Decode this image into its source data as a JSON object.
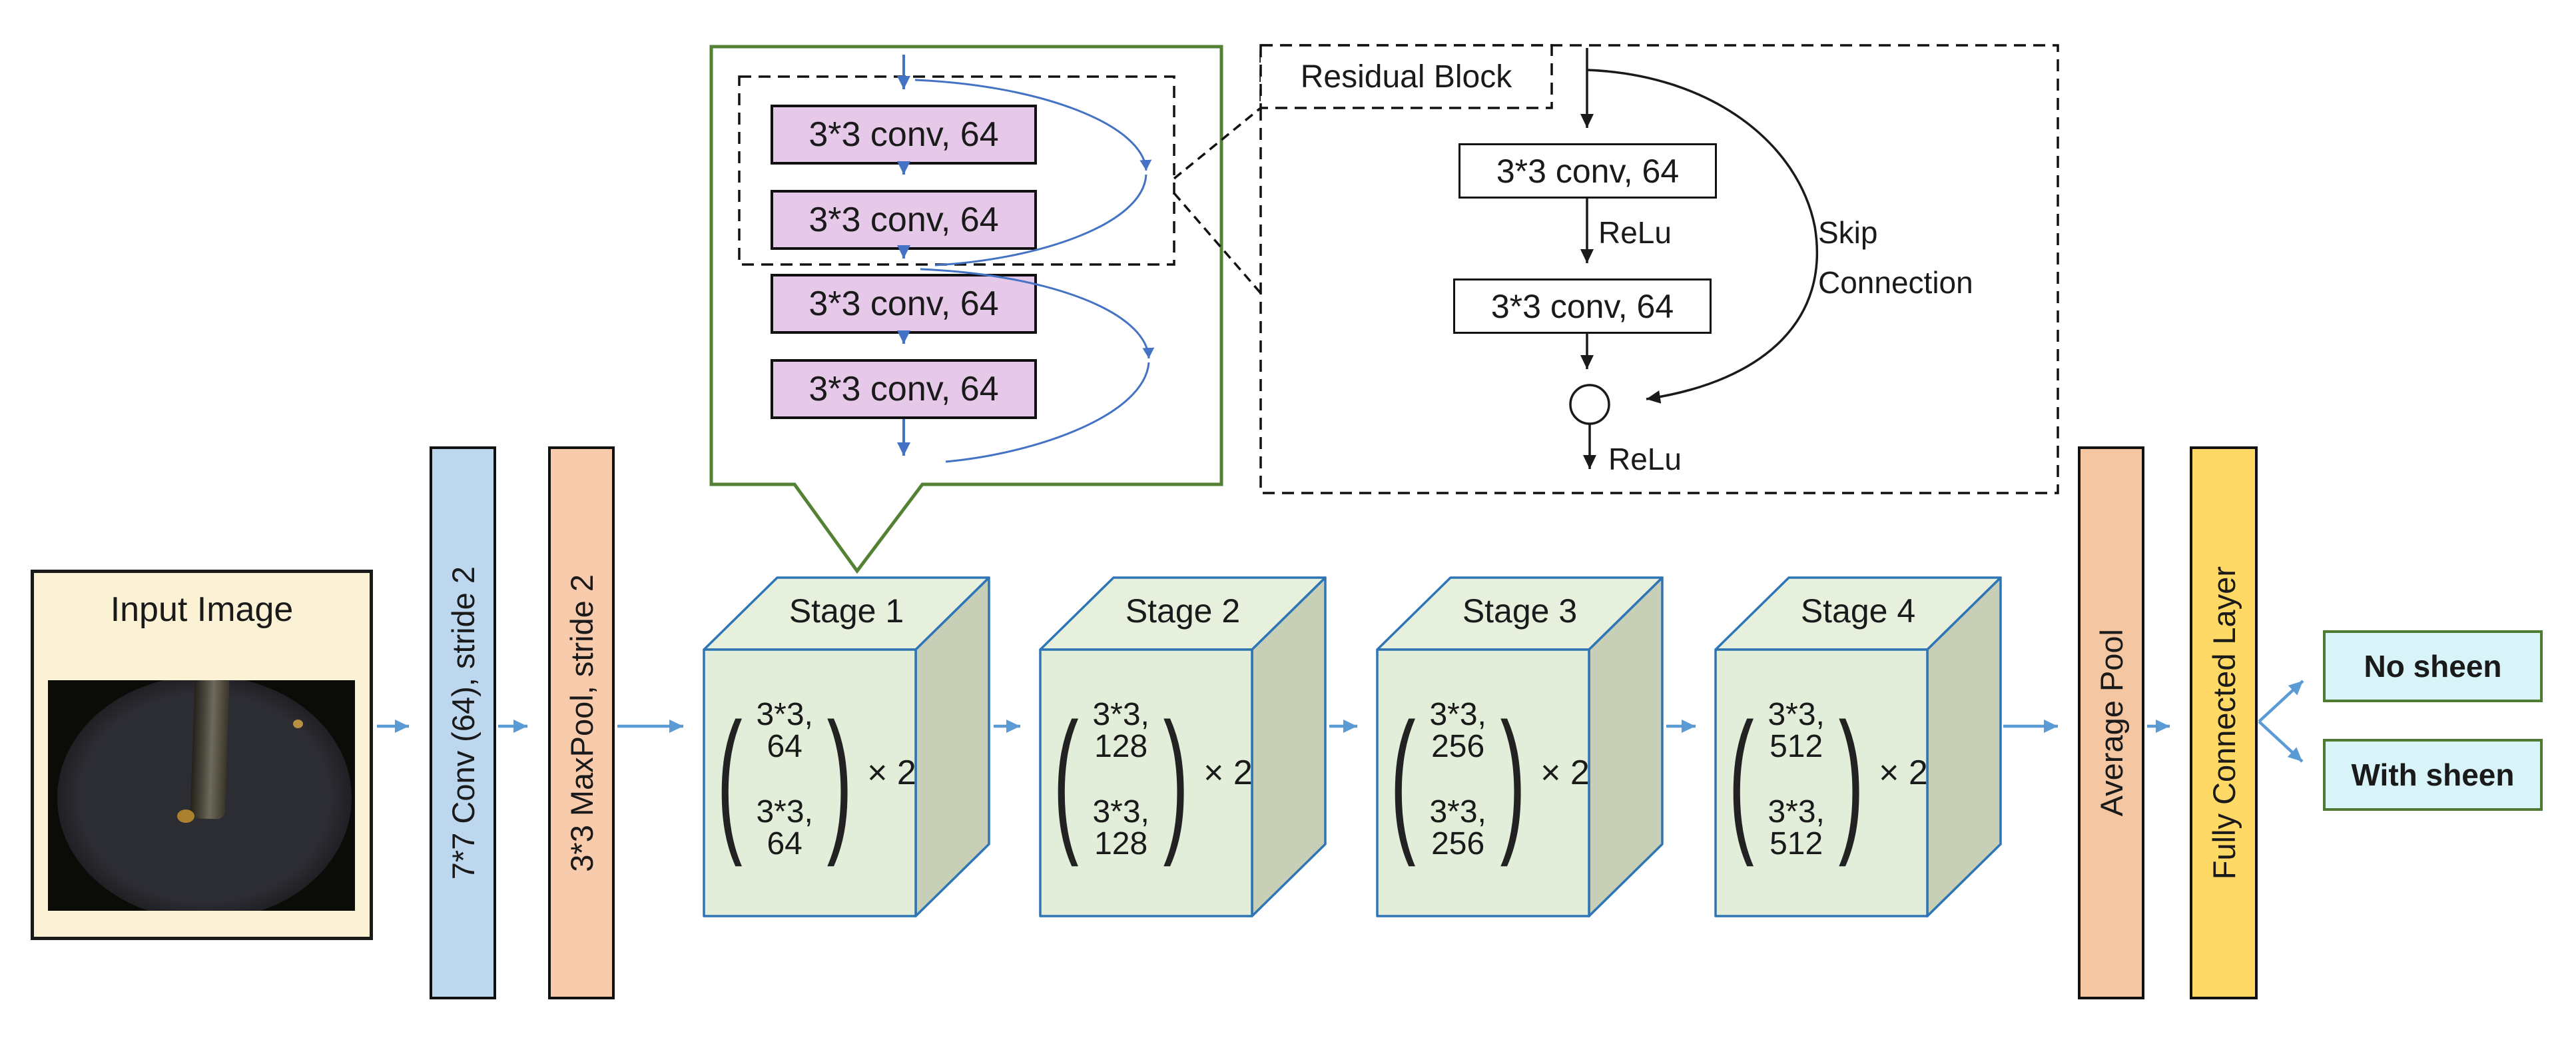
{
  "diagram": {
    "input": {
      "title": "Input Image"
    },
    "pre_layers": [
      {
        "label": "7*7 Conv (64), stride 2"
      },
      {
        "label": "3*3 MaxPool, stride 2"
      }
    ],
    "callout": {
      "conv_boxes": [
        "3*3 conv, 64",
        "3*3 conv, 64",
        "3*3 conv, 64",
        "3*3 conv, 64"
      ]
    },
    "residual": {
      "title": "Residual Block",
      "conv1": "3*3 conv, 64",
      "relu_mid": "ReLu",
      "conv2": "3*3 conv, 64",
      "plus": "+",
      "relu_out": "ReLu",
      "skip_label": [
        "Skip",
        "Connection"
      ]
    },
    "paren": {
      "open": "(",
      "close": ")"
    },
    "stages": [
      {
        "title": "Stage 1",
        "rows": [
          "3*3, 64",
          "3*3, 64"
        ],
        "multiplier": "× 2"
      },
      {
        "title": "Stage 2",
        "rows": [
          "3*3, 128",
          "3*3, 128"
        ],
        "multiplier": "× 2"
      },
      {
        "title": "Stage 3",
        "rows": [
          "3*3, 256",
          "3*3, 256"
        ],
        "multiplier": "× 2"
      },
      {
        "title": "Stage 4",
        "rows": [
          "3*3, 512",
          "3*3, 512"
        ],
        "multiplier": "× 2"
      }
    ],
    "post_layers": [
      {
        "label": "Average Pool"
      },
      {
        "label": "Fully Connected Layer"
      }
    ],
    "outputs": [
      {
        "label": "No sheen"
      },
      {
        "label": "With sheen"
      }
    ],
    "colors": {
      "flow_arrow": "#5B9BD5",
      "inner_arrow": "#4472C4",
      "callout_green": "#548235",
      "cube_stroke": "#2E75B6",
      "cube_face": "#E2EED9",
      "cube_side": "#C7CFB6",
      "conv_bar": "#BDD7EE",
      "maxpool_bar": "#F8CBAD",
      "avgpool_bar": "#F4C7A2",
      "fc_bar": "#FFD966",
      "pink_box": "#E6C8E8",
      "input_box_bg": "#FBF1D4",
      "output_box_bg": "#D8F4F9",
      "output_box_border": "#4E7B31"
    }
  }
}
